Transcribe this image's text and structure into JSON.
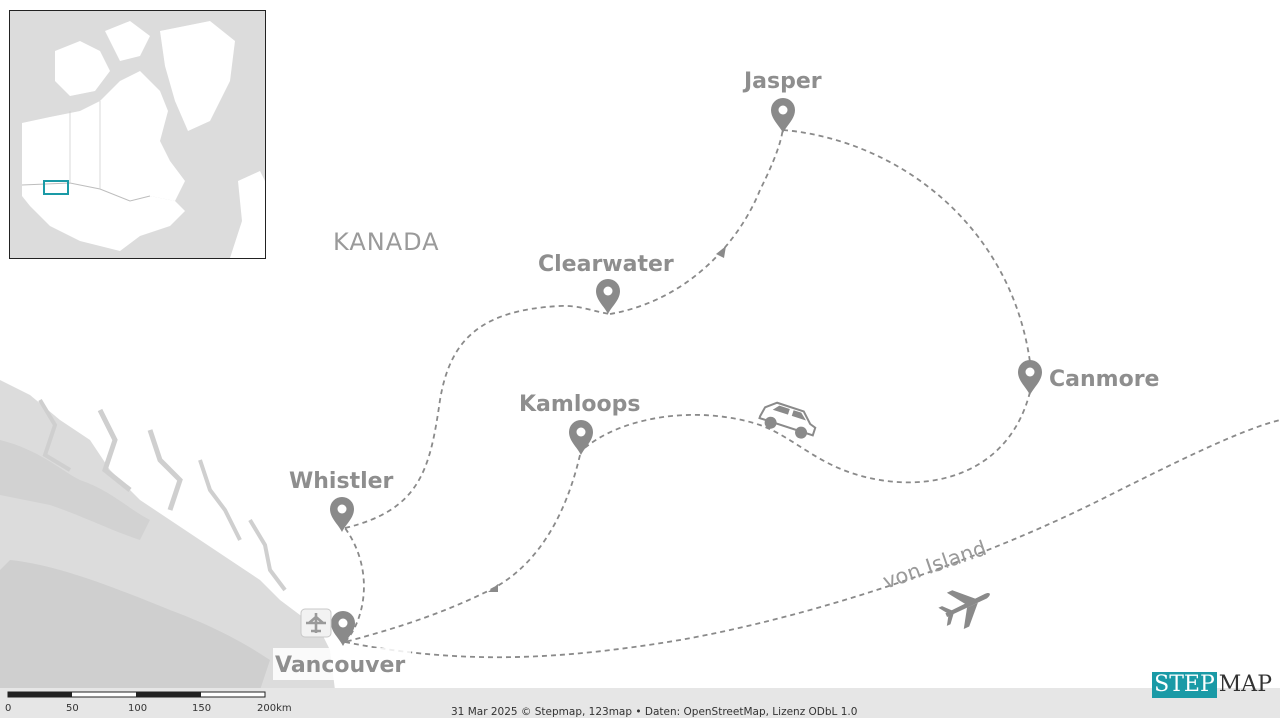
{
  "map": {
    "region_label": "KANADA",
    "cities": [
      {
        "id": "jasper",
        "name": "Jasper"
      },
      {
        "id": "clearwater",
        "name": "Clearwater"
      },
      {
        "id": "canmore",
        "name": "Canmore"
      },
      {
        "id": "kamloops",
        "name": "Kamloops"
      },
      {
        "id": "whistler",
        "name": "Whistler"
      },
      {
        "id": "vancouver",
        "name": "Vancouver"
      }
    ],
    "route_label": "von Island",
    "icons": [
      "map-pin-icon",
      "car-icon",
      "airplane-icon",
      "airport-icon"
    ],
    "route_color": "#8a8a8a",
    "water_color": "#dcdcdc",
    "inset_highlight_color": "#1a9aa6"
  },
  "scale": {
    "ticks": [
      "0",
      "50",
      "100",
      "150",
      "200km"
    ]
  },
  "footer": {
    "credits": "31 Mar 2025 © Stepmap, 123map • Daten: OpenStreetMap, Lizenz ODbL 1.0"
  },
  "logo": {
    "part1": "STEP",
    "part2": "MAP"
  }
}
